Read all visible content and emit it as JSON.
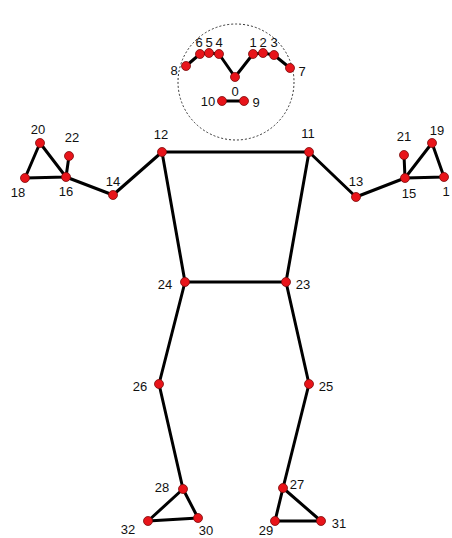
{
  "diagram": {
    "labels": [
      "0",
      "1",
      "2",
      "3",
      "4",
      "5",
      "6",
      "7",
      "8",
      "9",
      "10",
      "11",
      "12",
      "13",
      "14",
      "15",
      "16",
      "1",
      "18",
      "19",
      "20",
      "21",
      "22",
      "23",
      "24",
      "25",
      "26",
      "27",
      "28",
      "29",
      "30",
      "31",
      "32"
    ]
  }
}
